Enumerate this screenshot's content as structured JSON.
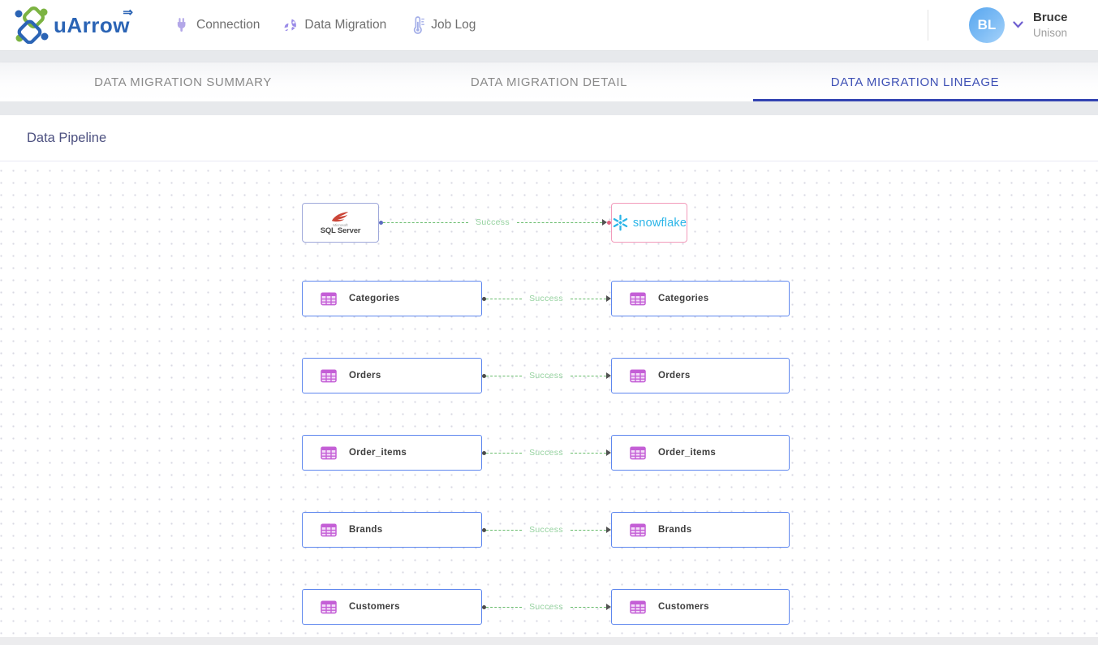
{
  "header": {
    "brand": {
      "name": "uArrow",
      "arrow_glyph": "⇒"
    },
    "nav": [
      {
        "label": "Connection",
        "icon": "plug-icon"
      },
      {
        "label": "Data Migration",
        "icon": "rocket-icon"
      },
      {
        "label": "Job Log",
        "icon": "thermometer-icon"
      }
    ],
    "user": {
      "initials": "BL",
      "name": "Bruce",
      "org": "Unison"
    }
  },
  "tabs": [
    {
      "label": "DATA MIGRATION SUMMARY",
      "active": false
    },
    {
      "label": "DATA MIGRATION DETAIL",
      "active": false
    },
    {
      "label": "DATA MIGRATION LINEAGE",
      "active": true
    }
  ],
  "section": {
    "title": "Data Pipeline"
  },
  "pipeline": {
    "source": {
      "label": "SQL Server",
      "sublabel": "Microsoft",
      "type": "sqlserver"
    },
    "target": {
      "label": "snowflake",
      "type": "snowflake"
    },
    "connection_status": "Success",
    "tables": [
      {
        "source": "Categories",
        "target": "Categories",
        "status": "Success"
      },
      {
        "source": "Orders",
        "target": "Orders",
        "status": "Success"
      },
      {
        "source": "Order_items",
        "target": "Order_items",
        "status": "Success"
      },
      {
        "source": "Brands",
        "target": "Brands",
        "status": "Success"
      },
      {
        "source": "Customers",
        "target": "Customers",
        "status": "Success"
      }
    ]
  },
  "colors": {
    "accent_indigo": "#3f51b5",
    "tab_underline": "#3343b2",
    "success_green": "#66bb6a",
    "success_text": "#95d29f",
    "source_border": "#9fa8da",
    "target_border": "#f29bbb",
    "table_border": "#5e87ee",
    "table_icon_purple": "#c45fd6",
    "snowflake_blue": "#2bb5e8",
    "sqlserver_red": "#cb4638"
  }
}
